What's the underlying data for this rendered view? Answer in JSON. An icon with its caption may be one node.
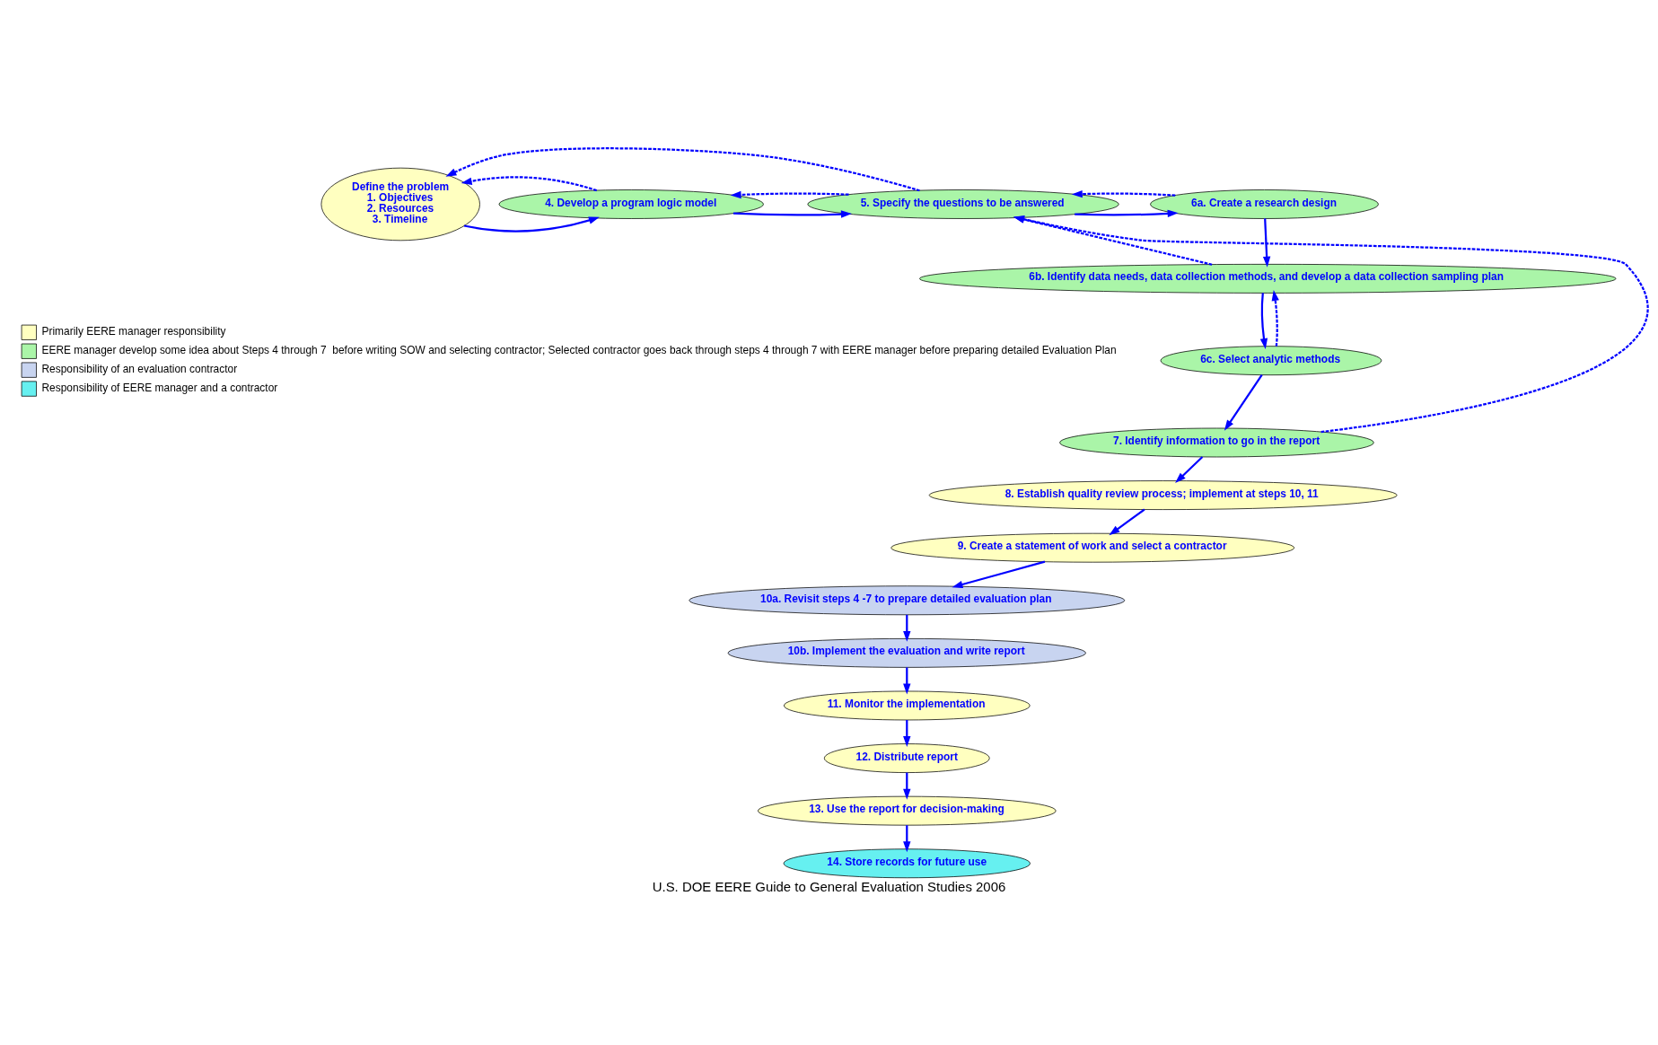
{
  "diagram": {
    "caption": "U.S. DOE EERE Guide to General Evaluation Studies 2006",
    "nodes": [
      {
        "text": [
          "Define the problem",
          "1. Objectives",
          "2. Resources",
          "3. Timeline"
        ]
      },
      {
        "text": [
          "4. Develop a program logic model"
        ]
      },
      {
        "text": [
          "5. Specify the questions to be answered"
        ]
      },
      {
        "text": [
          "6a. Create a research design"
        ]
      },
      {
        "text": [
          "6b. Identify data needs, data collection methods, and develop a data collection sampling plan"
        ]
      },
      {
        "text": [
          "6c. Select analytic methods"
        ]
      },
      {
        "text": [
          "7. Identify information to go in the report"
        ]
      },
      {
        "text": [
          "8. Establish quality review process; implement at steps 10, 11"
        ]
      },
      {
        "text": [
          "9. Create a statement of work and select a contractor"
        ]
      },
      {
        "text": [
          "10a. Revisit steps 4 -7 to prepare detailed evaluation plan"
        ]
      },
      {
        "text": [
          "10b. Implement the evaluation and write report"
        ]
      },
      {
        "text": [
          "11. Monitor the implementation"
        ]
      },
      {
        "text": [
          "12. Distribute report"
        ]
      },
      {
        "text": [
          "13. Use the report for decision-making"
        ]
      },
      {
        "text": [
          "14. Store records for future use"
        ]
      }
    ],
    "edges": [
      {
        "from": 0,
        "to": 1,
        "arrow": "to"
      },
      {
        "from": 1,
        "to": 2,
        "arrow": "to"
      },
      {
        "from": 2,
        "to": 3,
        "arrow": "to"
      },
      {
        "from": 3,
        "to": 4,
        "arrow": "to"
      },
      {
        "from": 4,
        "to": 5,
        "arrow": "to"
      },
      {
        "from": 5,
        "to": 6,
        "arrow": "to"
      },
      {
        "from": 6,
        "to": 7,
        "arrow": "to"
      },
      {
        "from": 7,
        "to": 8,
        "arrow": "to"
      },
      {
        "from": 8,
        "to": 9,
        "arrow": "to"
      },
      {
        "from": 9,
        "to": 10,
        "arrow": "to"
      },
      {
        "from": 10,
        "to": 11,
        "arrow": "to"
      },
      {
        "from": 11,
        "to": 12,
        "arrow": "to"
      },
      {
        "from": 12,
        "to": 13,
        "arrow": "to"
      },
      {
        "from": 13,
        "to": 14,
        "arrow": "to"
      },
      {
        "from": 1,
        "to": 0,
        "arrow": "to",
        "style": "dashed"
      },
      {
        "from": 2,
        "to": 0,
        "arrow": "to",
        "style": "dashed"
      },
      {
        "from": 2,
        "to": 1,
        "arrow": "to",
        "style": "dashed"
      },
      {
        "from": 3,
        "to": 2,
        "arrow": "to",
        "style": "dashed"
      },
      {
        "from": 4,
        "to": 2,
        "arrow": "to",
        "style": "dashed"
      },
      {
        "from": 6,
        "to": 2,
        "arrow": "to",
        "style": "dashed"
      },
      {
        "from": 5,
        "to": 4,
        "arrow": "to",
        "style": "dashed"
      }
    ],
    "legend": [
      {
        "text": "Primarily EERE manager responsibility",
        "color": "#ffffc0"
      },
      {
        "text": "EERE manager develop some idea about Steps 4 through 7  before writing SOW and selecting contractor; Selected contractor goes back through steps 4 through 7 with EERE manager before preparing detailed Evaluation Plan",
        "color": "#aaf5a8"
      },
      {
        "text": "Responsibility of an evaluation contractor",
        "color": "#c8d4f0"
      },
      {
        "text": "Responsibility of EERE manager and a contractor",
        "color": "#66f0f0"
      }
    ]
  }
}
